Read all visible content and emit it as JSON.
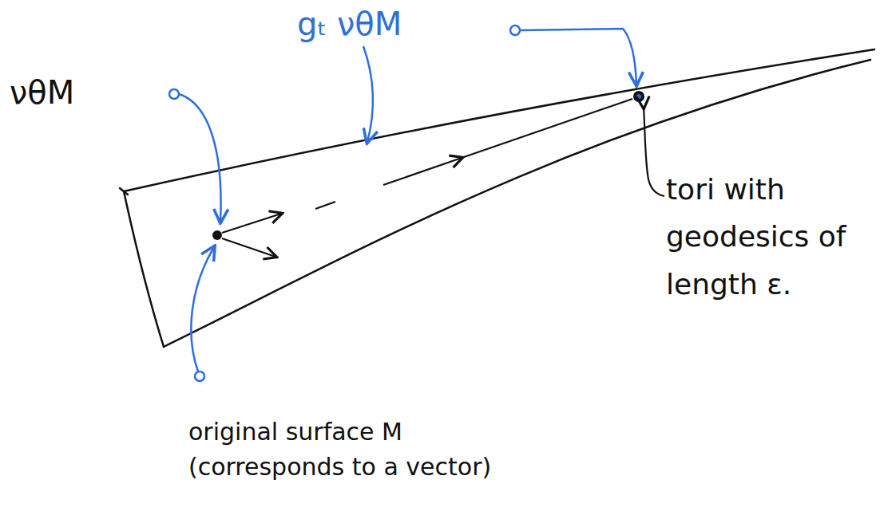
{
  "diagram": {
    "labels": [
      "νθM",
      "gₜ νθM",
      "tori with geodesics of length ε.",
      "original surface M (corresponds to a vector)"
    ]
  }
}
